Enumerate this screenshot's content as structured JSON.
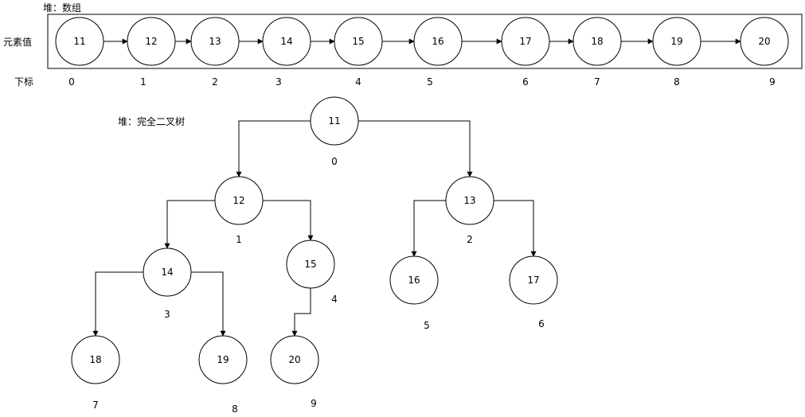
{
  "array_view": {
    "title": "堆：数组",
    "value_label": "元素值",
    "index_label": "下标",
    "values": [
      "11",
      "12",
      "13",
      "14",
      "15",
      "16",
      "17",
      "18",
      "19",
      "20"
    ],
    "indices": [
      "0",
      "1",
      "2",
      "3",
      "4",
      "5",
      "6",
      "7",
      "8",
      "9"
    ]
  },
  "tree_view": {
    "title": "堆：完全二叉树",
    "nodes": [
      {
        "value": "11",
        "index": "0"
      },
      {
        "value": "12",
        "index": "1"
      },
      {
        "value": "13",
        "index": "2"
      },
      {
        "value": "14",
        "index": "3"
      },
      {
        "value": "15",
        "index": "4"
      },
      {
        "value": "16",
        "index": "5"
      },
      {
        "value": "17",
        "index": "6"
      },
      {
        "value": "18",
        "index": "7"
      },
      {
        "value": "19",
        "index": "8"
      },
      {
        "value": "20",
        "index": "9"
      }
    ]
  }
}
